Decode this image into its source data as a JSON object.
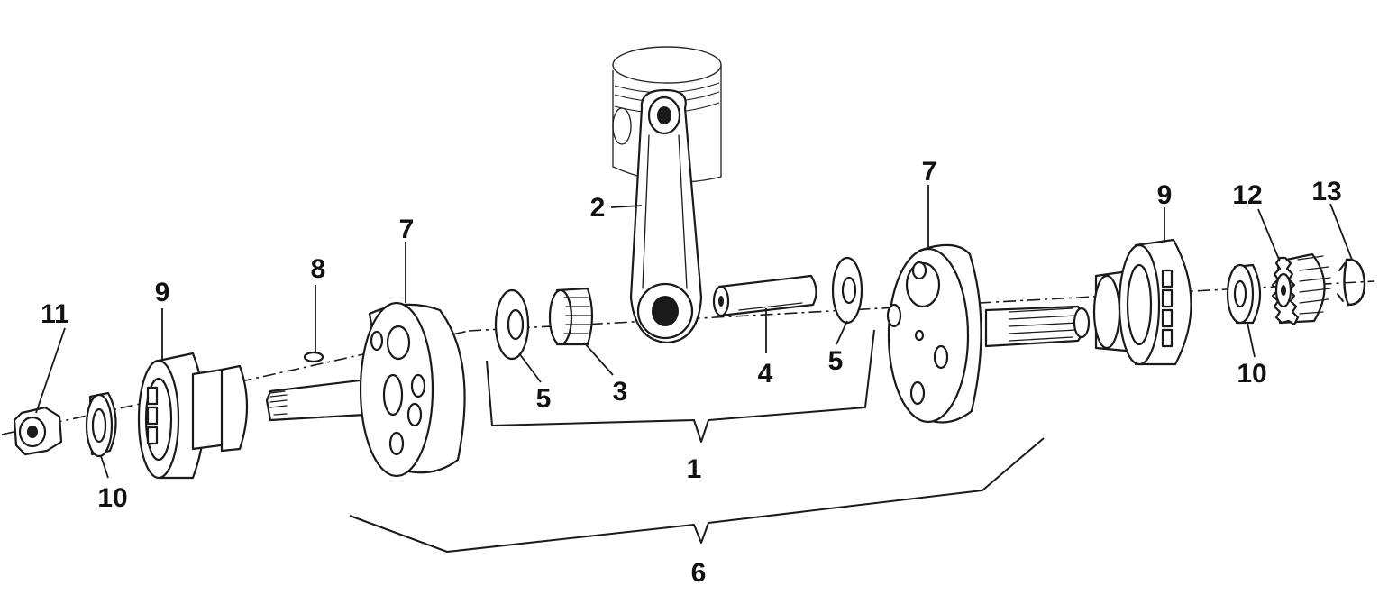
{
  "callouts": {
    "c1": "1",
    "c2": "2",
    "c3": "3",
    "c4": "4",
    "c5a": "5",
    "c5b": "5",
    "c6": "6",
    "c7a": "7",
    "c7b": "7",
    "c8": "8",
    "c9a": "9",
    "c9b": "9",
    "c10a": "10",
    "c10b": "10",
    "c11": "11",
    "c12": "12",
    "c13": "13"
  },
  "colors": {
    "ink": "#1a1a1a",
    "paper": "#ffffff"
  }
}
